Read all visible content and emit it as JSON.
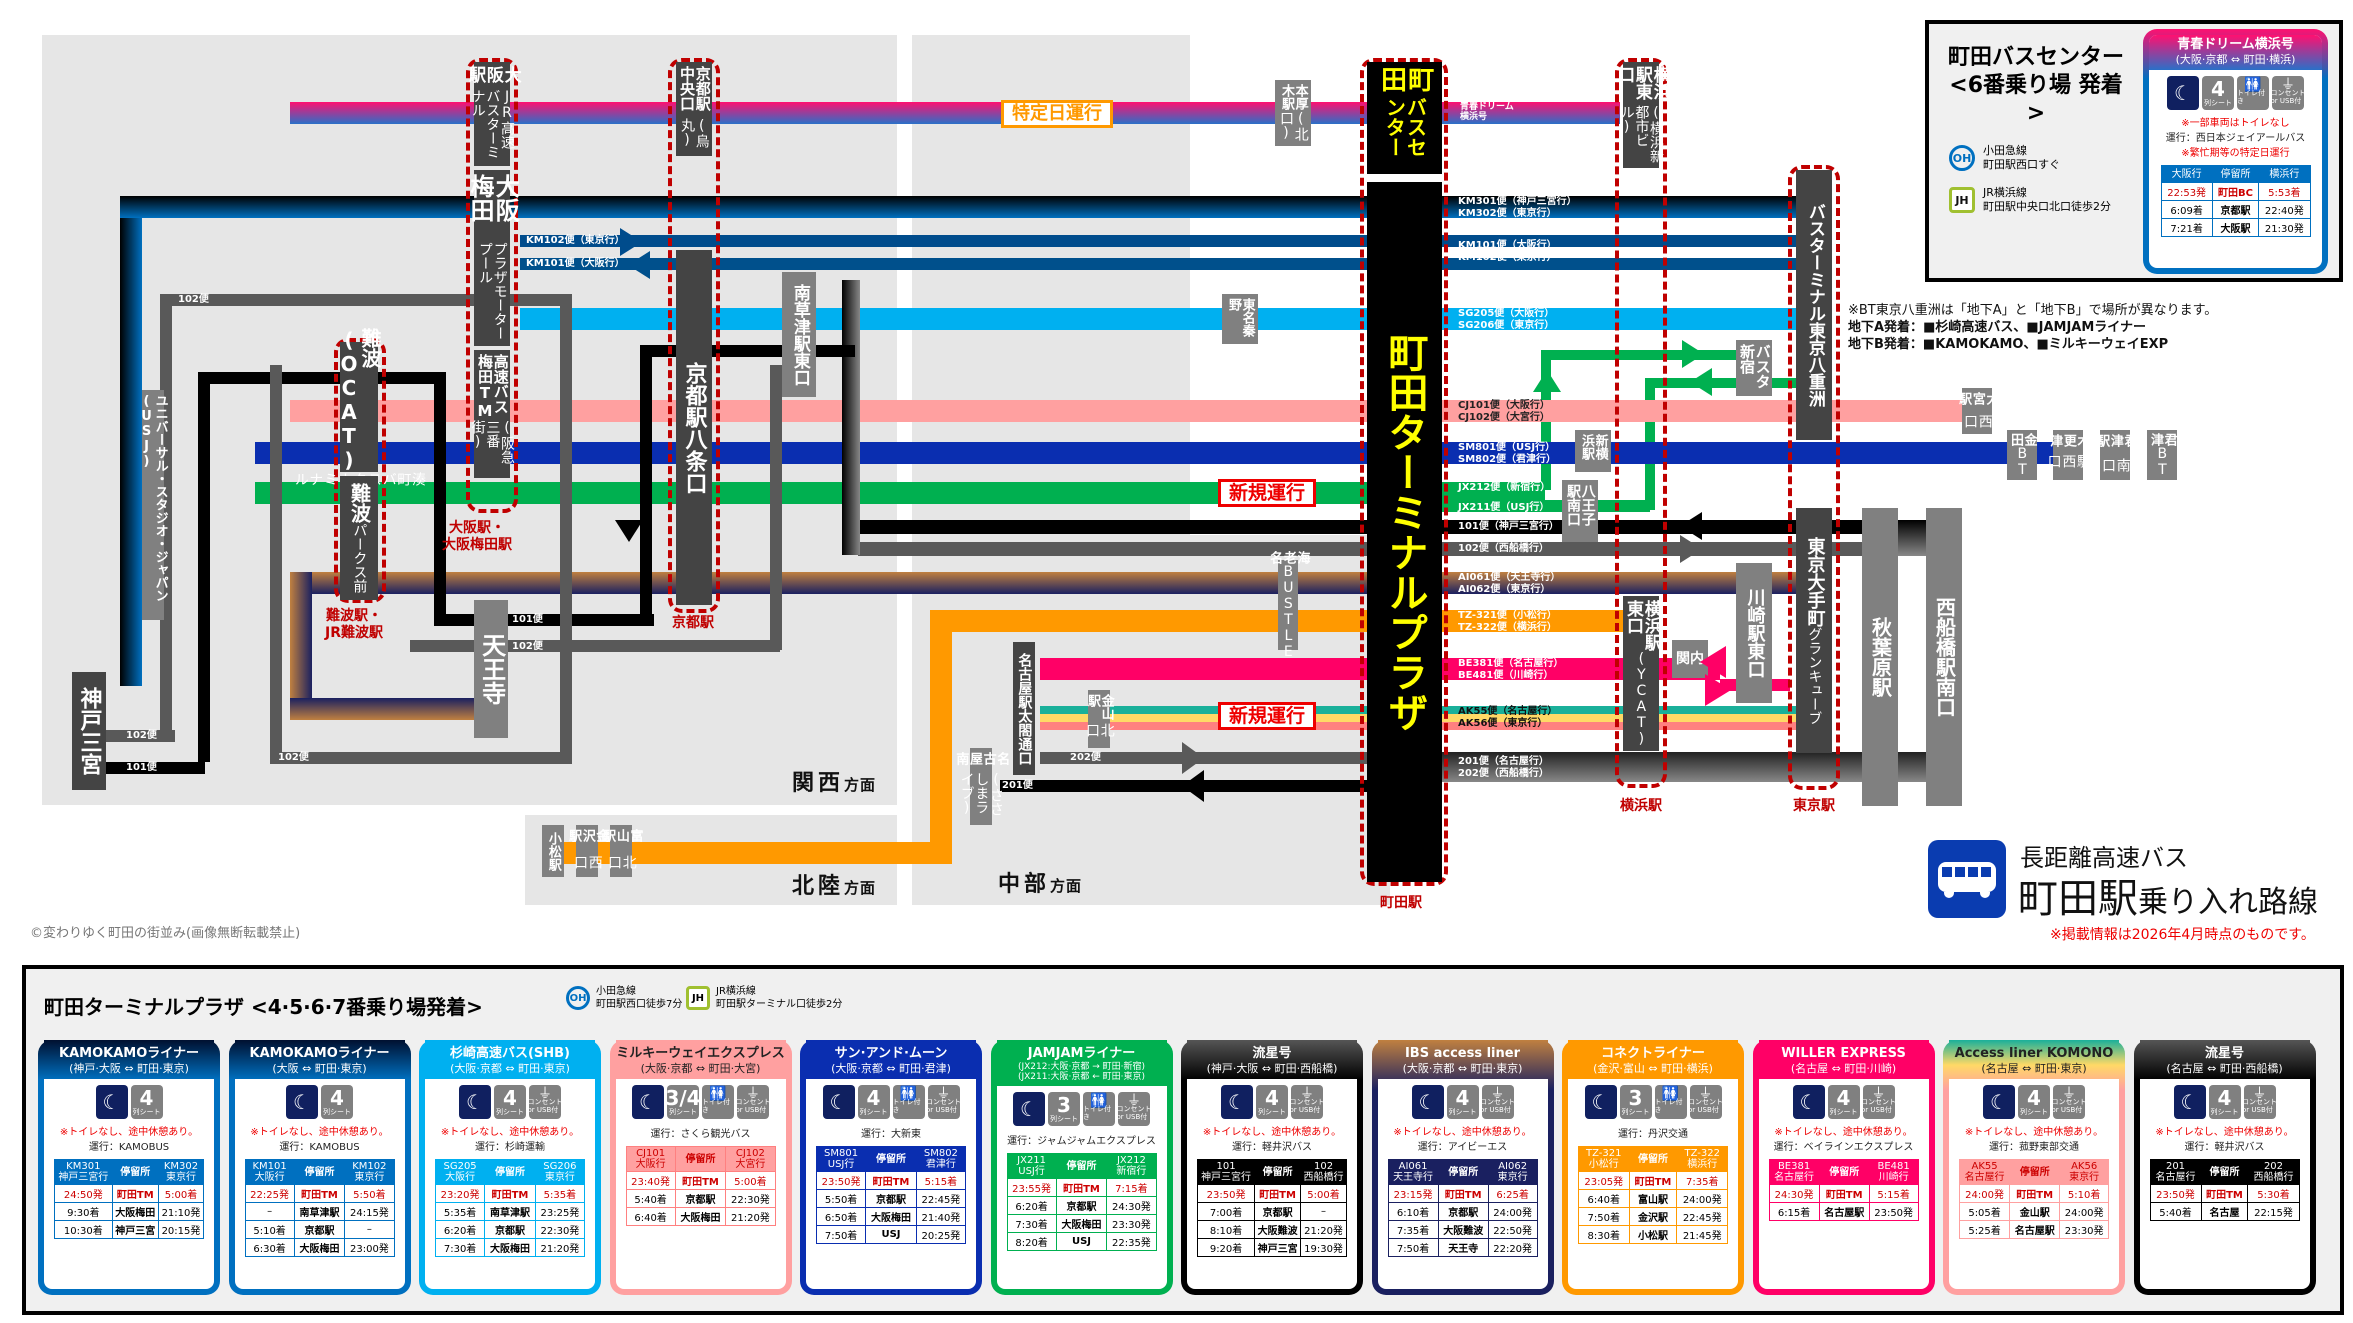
{
  "title": {
    "sub": "長距離高速バス",
    "main": "町田駅",
    "main_suffix": "乗り入れ路線",
    "note": "※掲載情報は2026年4月時点のものです。"
  },
  "copyright": "©変わりゆく町田の街並み(画像無断転載禁止)",
  "regions": {
    "kansai": "関西",
    "hokuriku": "北陸",
    "chubu": "中部",
    "suffix": "方面"
  },
  "tags": {
    "special_day": "特定日運行",
    "new_service": "新規運行"
  },
  "colors": {
    "kamokamo_dark": "#003a70",
    "kamokamo": "#0070c0",
    "shb": "#00b0f0",
    "milky": "#ffa0a0",
    "sunmoon": "#0a2eb0",
    "jamjam": "#00b050",
    "ryusei": "#000000",
    "ryusei_gray": "#595959",
    "ibs_top": "#c08040",
    "ibs_bot": "#1a2060",
    "connect": "#ff9900",
    "willer": "#ff0066",
    "komono_teal": "#1ab09a",
    "komono_yellow": "#ffd966",
    "komono_pink": "#ff8080",
    "seishun_top": "#ff1070",
    "seishun_bot": "#2a70c8",
    "group_border": "#c00000",
    "terminal_text": "#ffff00"
  },
  "stations": {
    "osaka_jr": {
      "name": "大阪駅",
      "sub": "JR高速バスターミナル"
    },
    "osaka_umeda": {
      "name": "大阪梅田",
      "sub": "プラザモータープール"
    },
    "umeda_tm": {
      "name": "高速バス梅田TM",
      "sub": "(阪急三番街)"
    },
    "kyoto_central": {
      "name": "京都駅中央口",
      "sub": "(烏丸)"
    },
    "kyoto_hachijo": {
      "name": "京都駅八条口"
    },
    "minami_kusatsu": {
      "name": "南草津駅東口"
    },
    "namba_ocat": {
      "name": "難波(OCAT)",
      "sub": "湊町バスターミナル"
    },
    "namba_parks": {
      "name": "難波",
      "sub": "パークス前"
    },
    "usj": {
      "name": "ユニバーサル・スタジオ・ジャパン(USJ)"
    },
    "tennoji": {
      "name": "天王寺"
    },
    "kobe": {
      "name": "神戸三宮"
    },
    "komatsu": {
      "name": "小松駅"
    },
    "kanazawa": {
      "name": "金沢駅",
      "sub": "西口"
    },
    "toyama": {
      "name": "富山駅",
      "sub": "北口"
    },
    "nagoya_taiko": {
      "name": "名古屋駅太閤通口"
    },
    "nagoya_minami": {
      "name": "名古屋南",
      "sub": "(ささしまライブ)"
    },
    "kanayama": {
      "name": "金山駅",
      "sub": "北口"
    },
    "ebina": {
      "name": "海老名",
      "sub": "BUSTLE"
    },
    "hadano": {
      "name": "東名秦野"
    },
    "honatsugi": {
      "name": "本厚木駅",
      "sub": "(北口)"
    },
    "machida_bc": {
      "name": "町田",
      "sub": "バスセンター"
    },
    "machida_tm": {
      "name": "町田ターミナルプラザ"
    },
    "yokohama_shintoshi": {
      "name": "横浜駅東口",
      "sub": "(横浜新都市ビル)"
    },
    "yokohama_ycat": {
      "name": "横浜駅東口",
      "sub": "(YCAT)"
    },
    "shinyokohama": {
      "name": "新横浜駅"
    },
    "hachioji": {
      "name": "八王子駅南口"
    },
    "shinjuku": {
      "name": "バスタ新宿"
    },
    "kannai": {
      "name": "関内"
    },
    "kawasaki": {
      "name": "川崎駅東口"
    },
    "yaesu": {
      "name": "バスターミナル東京八重洲"
    },
    "otemachi": {
      "name": "東京大手町",
      "sub": "グランキューブ"
    },
    "akihabara": {
      "name": "秋葉原駅"
    },
    "nishifunabashi": {
      "name": "西船橋駅南口"
    },
    "omiya": {
      "name": "大宮駅",
      "sub": "西口"
    },
    "kaneda": {
      "name": "金田",
      "sub": "BT"
    },
    "kisarazu": {
      "name": "木更津",
      "sub": "駅西口"
    },
    "kimitsu_eki": {
      "name": "君津駅",
      "sub": "南口"
    },
    "kimitsu_bt": {
      "name": "君津",
      "sub": "BT"
    }
  },
  "group_labels": {
    "osaka": "大阪駅・\n大阪梅田駅",
    "namba": "難波駅・\nJR難波駅",
    "kyoto": "京都駅",
    "machida": "町田駅",
    "yokohama": "横浜駅",
    "tokyo": "東京駅"
  },
  "route_labels": {
    "seishun": "青春ドリーム\n横浜号",
    "km30x": "KM301便（神戸三宮行）\nKM302便（東京行）",
    "km10x": "KM101便（大阪行）\nKM102便（東京行）",
    "km102_left": "KM102便（東京行）",
    "km101_left": "KM101便（大阪行）",
    "sg": "SG205便（大阪行）\nSG206便（東京行）",
    "cj": "CJ101便（大阪行）\nCJ102便（大宮行）",
    "sm": "SM801便（USJ行）\nSM802便（君津行）",
    "jx212": "JX212便（新宿行）",
    "jx211": "JX211便（USJ行）",
    "r101": "101便（神戸三宮行）",
    "r102": "102便（西船橋行）",
    "ai": "AI061便（天王寺行）\nAI062便（東京行）",
    "tz": "TZ-321便（小松行）\nTZ-322便（横浜行）",
    "be": "BE381便（名古屋行）\nBE481便（川崎行）",
    "ak": "AK55便（名古屋行）\nAK56便（東京行）",
    "r20x": "201便（名古屋行）\n202便（西船橋行）",
    "be481": "BE481",
    "b101": "101便",
    "b102": "102便",
    "b201": "201便",
    "b202": "202便"
  },
  "yaesu_note": {
    "line1": "※BT東京八重洲は「地下A」と「地下B」で場所が異なります。",
    "a_label": "地下A発着：",
    "a_items": "■杉崎高速バス、■JAMJAMライナー",
    "b_label": "地下B発着：",
    "b_items": "■KAMOKAMO、■ミルキーウェイEXP"
  },
  "busCenter": {
    "title1": "町田バスセンター",
    "title2": "<6番乗り場 発着>",
    "oh_badge": "OH",
    "oh_line": "小田急線",
    "oh_walk": "町田駅西口すぐ",
    "jh_badge": "JH",
    "jh_line": "JR横浜線",
    "jh_walk": "町田駅中央口北口徒歩2分",
    "card": {
      "title": "青春ドリーム横浜号",
      "sub": "(大阪·京都 ⇔ 町田·横浜)",
      "icons": [
        "night",
        "4",
        "toilet",
        "outlet"
      ],
      "note": "※一部車両はトイレなし",
      "operator": "運行：西日本ジェイアールバス",
      "note2": "※繁忙期等の特定日運行",
      "headers": [
        "大阪行",
        "停留所",
        "横浜行"
      ],
      "rows": [
        [
          "22:53発",
          "町田BC",
          "5:53着"
        ],
        [
          "6:09着",
          "京都駅",
          "22:40発"
        ],
        [
          "7:21着",
          "大阪駅",
          "21:30発"
        ]
      ]
    }
  },
  "plaza": {
    "title": "町田ターミナルプラザ <4·5·6·7番乗り場発着>",
    "oh_badge": "OH",
    "oh_line": "小田急線",
    "oh_walk": "町田駅西口徒歩7分",
    "jh_badge": "JH",
    "jh_line": "JR横浜線",
    "jh_walk": "町田駅ターミナル口徒歩2分"
  },
  "icon_labels": {
    "seat": "列シート",
    "toilet": "トイレ付き",
    "outlet": "コンセント\nor USB付"
  },
  "cards": [
    {
      "title": "KAMOKAMOライナー",
      "sub": "(神戸·大阪 ⇔ 町田·東京)",
      "seats": "4",
      "toilet": false,
      "outlet": false,
      "note": "※トイレなし、途中休憩あり。",
      "operator": "運行：KAMOBUS",
      "headers": [
        "KM301\n神戸三宮行",
        "停留所",
        "KM302\n東京行"
      ],
      "rows": [
        [
          "24:50発",
          "町田TM",
          "5:00着"
        ],
        [
          "9:30着",
          "大阪梅田",
          "21:10発"
        ],
        [
          "10:30着",
          "神戸三宮",
          "20:15発"
        ]
      ]
    },
    {
      "title": "KAMOKAMOライナー",
      "sub": "(大阪 ⇔ 町田·東京)",
      "seats": "4",
      "toilet": false,
      "outlet": false,
      "note": "※トイレなし、途中休憩あり。",
      "operator": "運行：KAMOBUS",
      "headers": [
        "KM101\n大阪行",
        "停留所",
        "KM102\n東京行"
      ],
      "rows": [
        [
          "22:25発",
          "町田TM",
          "5:50着"
        ],
        [
          "–",
          "南草津駅",
          "24:15発"
        ],
        [
          "5:10着",
          "京都駅",
          "–"
        ],
        [
          "6:30着",
          "大阪梅田",
          "23:00発"
        ]
      ]
    },
    {
      "title": "杉崎高速バス(SHB)",
      "sub": "(大阪·京都 ⇔ 町田·東京)",
      "seats": "4",
      "toilet": false,
      "outlet": true,
      "note": "※トイレなし、途中休憩あり。",
      "operator": "運行：杉崎運輸",
      "headers": [
        "SG205\n大阪行",
        "停留所",
        "SG206\n東京行"
      ],
      "rows": [
        [
          "23:20発",
          "町田TM",
          "5:35着"
        ],
        [
          "5:35着",
          "南草津駅",
          "23:25発"
        ],
        [
          "6:20着",
          "京都駅",
          "22:30発"
        ],
        [
          "7:30着",
          "大阪梅田",
          "21:20発"
        ]
      ]
    },
    {
      "title": "ミルキーウェイエクスプレス",
      "sub": "(大阪·京都 ⇔ 町田·大宮)",
      "seats": "3/4",
      "toilet": true,
      "outlet": true,
      "note": "",
      "operator": "運行：さくら観光バス",
      "headers": [
        "CJ101\n大阪行",
        "停留所",
        "CJ102\n大宮行"
      ],
      "rows": [
        [
          "23:40発",
          "町田TM",
          "5:00着"
        ],
        [
          "5:40着",
          "京都駅",
          "22:30発"
        ],
        [
          "6:40着",
          "大阪梅田",
          "21:20発"
        ]
      ]
    },
    {
      "title": "サン·アンド·ムーン",
      "sub": "(大阪·京都 ⇔ 町田·君津)",
      "seats": "4",
      "toilet": true,
      "outlet": true,
      "note": "",
      "operator": "運行：大新東",
      "headers": [
        "SM801\nUSJ行",
        "停留所",
        "SM802\n君津行"
      ],
      "rows": [
        [
          "23:50発",
          "町田TM",
          "5:15着"
        ],
        [
          "5:50着",
          "京都駅",
          "22:45発"
        ],
        [
          "6:50着",
          "大阪梅田",
          "21:40発"
        ],
        [
          "7:50着",
          "USJ",
          "20:25発"
        ]
      ]
    },
    {
      "title": "JAMJAMライナー",
      "sub": "(JX212:大阪·京都 → 町田·新宿)\n(JX211:大阪·京都 ← 町田·東京)",
      "seats": "3",
      "toilet": true,
      "outlet": true,
      "note": "",
      "operator": "運行：ジャムジャムエクスプレス",
      "headers": [
        "JX211\nUSJ行",
        "停留所",
        "JX212\n新宿行"
      ],
      "rows": [
        [
          "23:55発",
          "町田TM",
          "7:15着"
        ],
        [
          "6:20着",
          "京都駅",
          "24:30発"
        ],
        [
          "7:30着",
          "大阪梅田",
          "23:30発"
        ],
        [
          "8:20着",
          "USJ",
          "22:35発"
        ]
      ]
    },
    {
      "title": "流星号",
      "sub": "(神戸·大阪 ⇔ 町田·西船橋)",
      "seats": "4",
      "toilet": false,
      "outlet": true,
      "note": "※トイレなし、途中休憩あり。",
      "operator": "運行：軽井沢バス",
      "headers": [
        "101\n神戸三宮行",
        "停留所",
        "102\n西船橋行"
      ],
      "rows": [
        [
          "23:50発",
          "町田TM",
          "5:00着"
        ],
        [
          "7:00着",
          "京都駅",
          "–"
        ],
        [
          "8:10着",
          "大阪難波",
          "21:20発"
        ],
        [
          "9:20着",
          "神戸三宮",
          "19:30発"
        ]
      ]
    },
    {
      "title": "IBS access liner",
      "sub": "(大阪·京都 ⇔ 町田·東京)",
      "seats": "4",
      "toilet": false,
      "outlet": true,
      "note": "※トイレなし、途中休憩あり。",
      "operator": "運行：アイビーエス",
      "headers": [
        "AI061\n天王寺行",
        "停留所",
        "AI062\n東京行"
      ],
      "rows": [
        [
          "23:15発",
          "町田TM",
          "6:25着"
        ],
        [
          "6:10着",
          "京都駅",
          "24:00発"
        ],
        [
          "7:35着",
          "大阪難波",
          "22:50発"
        ],
        [
          "7:50着",
          "天王寺",
          "22:20発"
        ]
      ]
    },
    {
      "title": "コネクトライナー",
      "sub": "(金沢·富山 ⇔ 町田·横浜)",
      "seats": "3",
      "toilet": true,
      "outlet": true,
      "note": "",
      "operator": "運行：丹沢交通",
      "headers": [
        "TZ-321\n小松行",
        "停留所",
        "TZ-322\n横浜行"
      ],
      "rows": [
        [
          "23:05発",
          "町田TM",
          "7:35着"
        ],
        [
          "6:40着",
          "富山駅",
          "24:00発"
        ],
        [
          "7:50着",
          "金沢駅",
          "22:45発"
        ],
        [
          "8:30着",
          "小松駅",
          "21:45発"
        ]
      ]
    },
    {
      "title": "WILLER EXPRESS",
      "sub": "(名古屋 ⇔ 町田·川崎)",
      "seats": "4",
      "toilet": false,
      "outlet": true,
      "note": "※トイレなし、途中休憩あり。",
      "operator": "運行：ベイラインエクスプレス",
      "headers": [
        "BE381\n名古屋行",
        "停留所",
        "BE481\n川崎行"
      ],
      "rows": [
        [
          "24:30発",
          "町田TM",
          "5:15着"
        ],
        [
          "6:15着",
          "名古屋駅",
          "23:50発"
        ]
      ]
    },
    {
      "title": "Access liner KOMONO",
      "sub": "(名古屋 ⇔ 町田·東京)",
      "seats": "4",
      "toilet": false,
      "outlet": true,
      "note": "※トイレなし、途中休憩あり。",
      "operator": "運行：菰野東部交通",
      "headers": [
        "AK55\n名古屋行",
        "停留所",
        "AK56\n東京行"
      ],
      "rows": [
        [
          "24:00発",
          "町田TM",
          "5:10着"
        ],
        [
          "5:05着",
          "金山駅",
          "24:00発"
        ],
        [
          "5:25着",
          "名古屋駅",
          "23:30発"
        ]
      ]
    },
    {
      "title": "流星号",
      "sub": "(名古屋 ⇔ 町田·西船橋)",
      "seats": "4",
      "toilet": false,
      "outlet": true,
      "note": "※トイレなし、途中休憩あり。",
      "operator": "運行：軽井沢バス",
      "headers": [
        "201\n名古屋行",
        "停留所",
        "202\n西船橋行"
      ],
      "rows": [
        [
          "23:50発",
          "町田TM",
          "5:30着"
        ],
        [
          "5:40着",
          "名古屋",
          "22:15発"
        ]
      ]
    }
  ]
}
